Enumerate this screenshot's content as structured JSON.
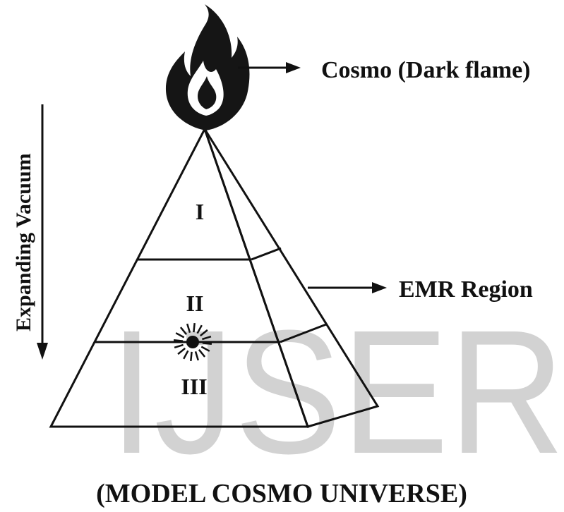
{
  "watermark": "IJSER",
  "labels": {
    "flame": "Cosmo (Dark flame)",
    "emr": "EMR Region",
    "vacuum": "Expanding Vacuum",
    "region_1": "I",
    "region_2": "II",
    "region_3": "III"
  },
  "caption": "(MODEL COSMO UNIVERSE)",
  "colors": {
    "ink": "#111111",
    "watermark": "#d2d2d2",
    "background": "#ffffff"
  }
}
